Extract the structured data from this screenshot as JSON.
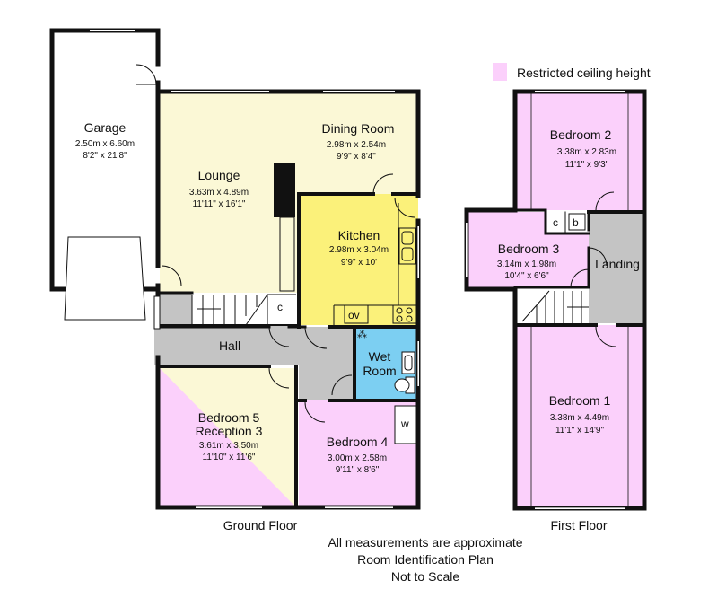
{
  "legend": {
    "restricted_label": "Restricted ceiling height",
    "restricted_color": "#fbd0fb"
  },
  "colors": {
    "cream": "#fbf8d6",
    "yellow": "#fbf17a",
    "grey": "#c4c4c4",
    "blue": "#7ccff2",
    "pink": "#fbd0fb",
    "wall": "#111111"
  },
  "ground_floor": {
    "label": "Ground Floor",
    "garage": {
      "name": "Garage",
      "metric": "2.50m x 6.60m",
      "imperial": "8'2\" x 21'8\""
    },
    "lounge": {
      "name": "Lounge",
      "metric": "3.63m x 4.89m",
      "imperial": "11'11\" x 16'1\""
    },
    "dining": {
      "name": "Dining Room",
      "metric": "2.98m x 2.54m",
      "imperial": "9'9\" x 8'4\""
    },
    "kitchen": {
      "name": "Kitchen",
      "metric": "2.98m x 3.04m",
      "imperial": "9'9\" x 10'"
    },
    "hall": {
      "name": "Hall"
    },
    "wet_room": {
      "line1": "Wet",
      "line2": "Room"
    },
    "bedroom5": {
      "line1": "Bedroom 5",
      "line2": "Reception 3",
      "metric": "3.61m x 3.50m",
      "imperial": "11'10\" x 11'6\""
    },
    "bedroom4": {
      "name": "Bedroom 4",
      "metric": "3.00m x 2.58m",
      "imperial": "9'11\" x 8'6\""
    },
    "cupboard": "c",
    "oven": "ov",
    "wardrobe": "w"
  },
  "first_floor": {
    "label": "First Floor",
    "bedroom2": {
      "name": "Bedroom 2",
      "metric": "3.38m x 2.83m",
      "imperial": "11'1\" x 9'3\""
    },
    "bedroom3": {
      "name": "Bedroom 3",
      "metric": "3.14m x 1.98m",
      "imperial": "10'4\" x 6'6\""
    },
    "landing": {
      "name": "Landing"
    },
    "bedroom1": {
      "name": "Bedroom 1",
      "metric": "3.38m x 4.49m",
      "imperial": "11'1\" x 14'9\""
    },
    "cupboard": "c",
    "boiler": "b"
  },
  "footer": {
    "line1": "All measurements are approximate",
    "line2": "Room Identification Plan",
    "line3": "Not to Scale"
  }
}
